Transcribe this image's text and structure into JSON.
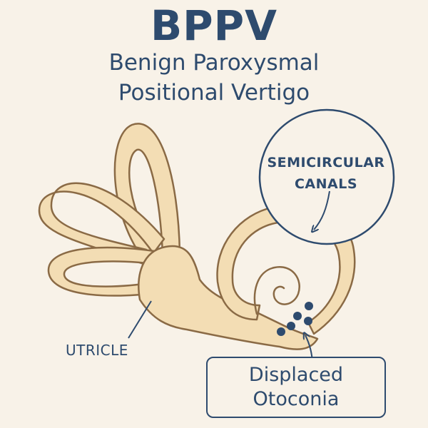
{
  "header": {
    "title": "BPPV",
    "subtitle_line1": "Benign Paroxysmal",
    "subtitle_line2": "Positional Vertigo"
  },
  "labels": {
    "canals_line1": "SEMICIRCULAR",
    "canals_line2": "CANALS",
    "utricle": "UTRICLE",
    "otoconia_line1": "Displaced",
    "otoconia_line2": "Otoconia"
  },
  "colors": {
    "background": "#f8f2e8",
    "ink": "#2e4b6e",
    "labyrinth_fill": "#f3ddb4",
    "labyrinth_outline": "#8a6a45",
    "otoconia": "#2e4b6e"
  }
}
